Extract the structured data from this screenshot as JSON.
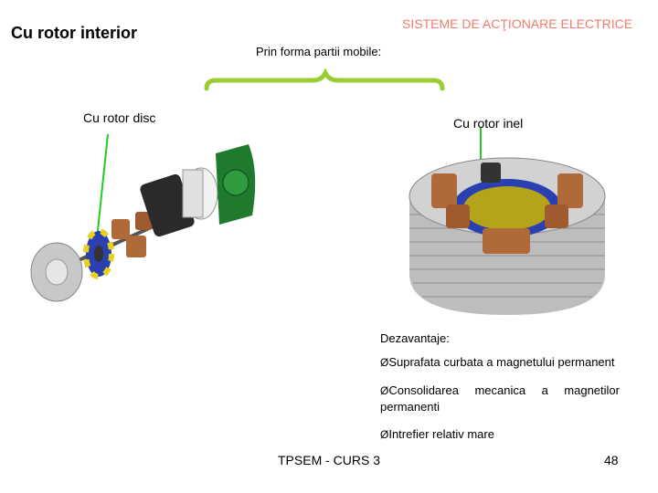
{
  "slide": {
    "header": "SISTEME DE ACŢIONARE ELECTRICE",
    "title": "Cu rotor interior",
    "subtitle": "Prin forma partii mobile:",
    "label_disc": "Cu rotor disc",
    "label_inel": "Cu rotor inel",
    "disadvantages_title": "Dezavantaje:",
    "bullets": [
      "Suprafata curbata a magnetului permanent",
      "Consolidarea mecanica a magnetilor permanenti",
      "Intrefier relativ mare"
    ],
    "bullet_marker": "Ø",
    "footer": "TPSEM - CURS 3",
    "page_number": "48"
  },
  "colors": {
    "header": "#f07c6c",
    "brace": "#9acd32",
    "pointer_arrow": "#22cc22",
    "pcb_green": "#1f7a2e",
    "copper": "#b06a3a",
    "magnet_blue": "#2a3fb0",
    "magnet_yellow": "#e6d21a"
  }
}
